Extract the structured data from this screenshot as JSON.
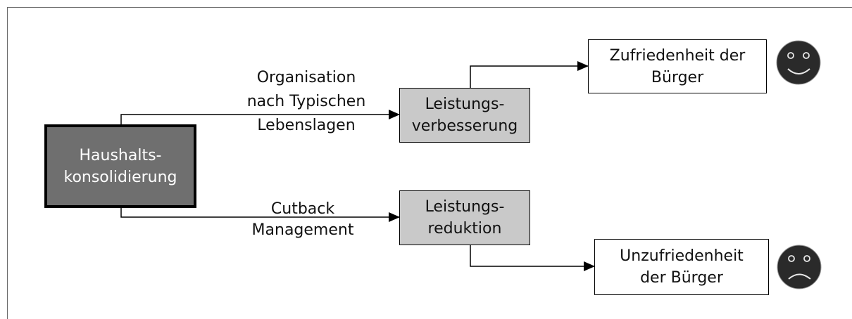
{
  "nodes": {
    "source": "Haushalts-\nkonsolidierung",
    "improvement": "Leistungs-\nverbesserung",
    "reduction": "Leistungs-\nreduktion",
    "satisfaction": "Zufriedenheit der\nBürger",
    "dissatisfaction": "Unzufriedenheit\nder Bürger"
  },
  "edge_labels": {
    "top": "Organisation\nnach Typischen\nLebenslagen",
    "bottom": "Cutback\nManagement"
  },
  "icons": {
    "happy": "smiling-face-icon",
    "sad": "frowning-face-icon"
  },
  "colors": {
    "source_fill": "#6f6f6f",
    "process_fill": "#c9c9c9",
    "face_fill": "#2a2a2a"
  }
}
